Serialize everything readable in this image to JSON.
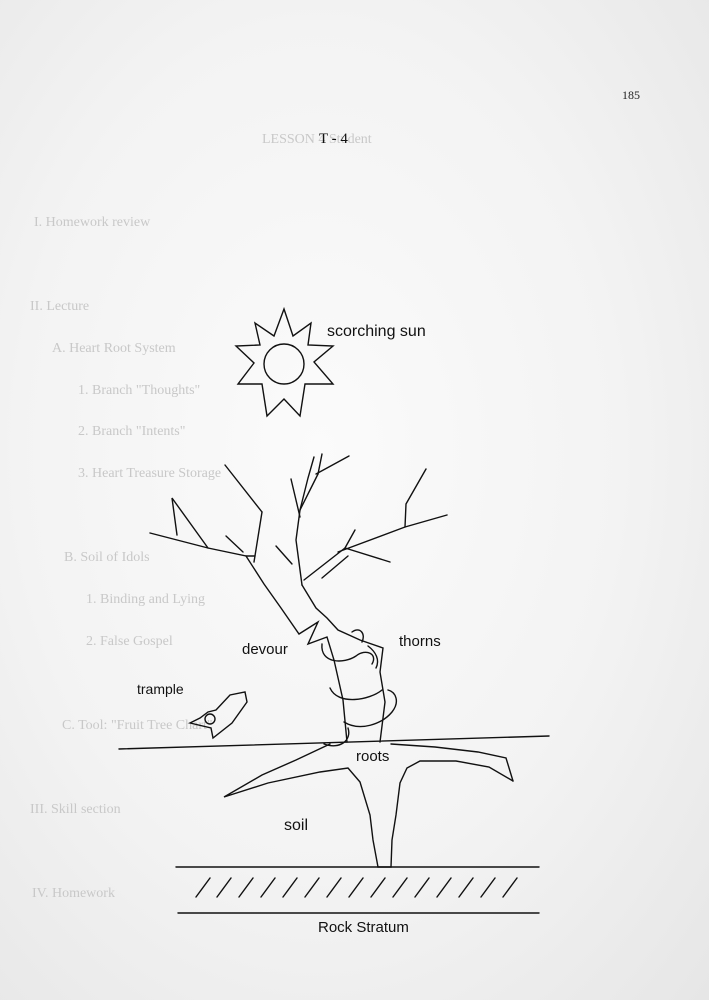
{
  "page_number": "185",
  "heading": "T - 4",
  "labels": {
    "sun": "scorching sun",
    "devour": "devour",
    "thorns": "thorns",
    "trample": "trample",
    "roots": "roots",
    "soil": "soil",
    "rock": "Rock Stratum"
  },
  "bleed_through": {
    "title": "LESSON 4 Student",
    "items": [
      "I.   Homework review",
      "II.  Lecture",
      "A.  Heart Root System",
      "1.  Branch \"Thoughts\"",
      "2.  Branch \"Intents\"",
      "3.  Heart Treasure Storage",
      "B.  Soil of Idols",
      "1.  Binding and Lying",
      "2.  False Gospel",
      "C.  Tool: \"Fruit Tree Chart\"",
      "III. Skill section",
      "IV. Homework"
    ]
  }
}
